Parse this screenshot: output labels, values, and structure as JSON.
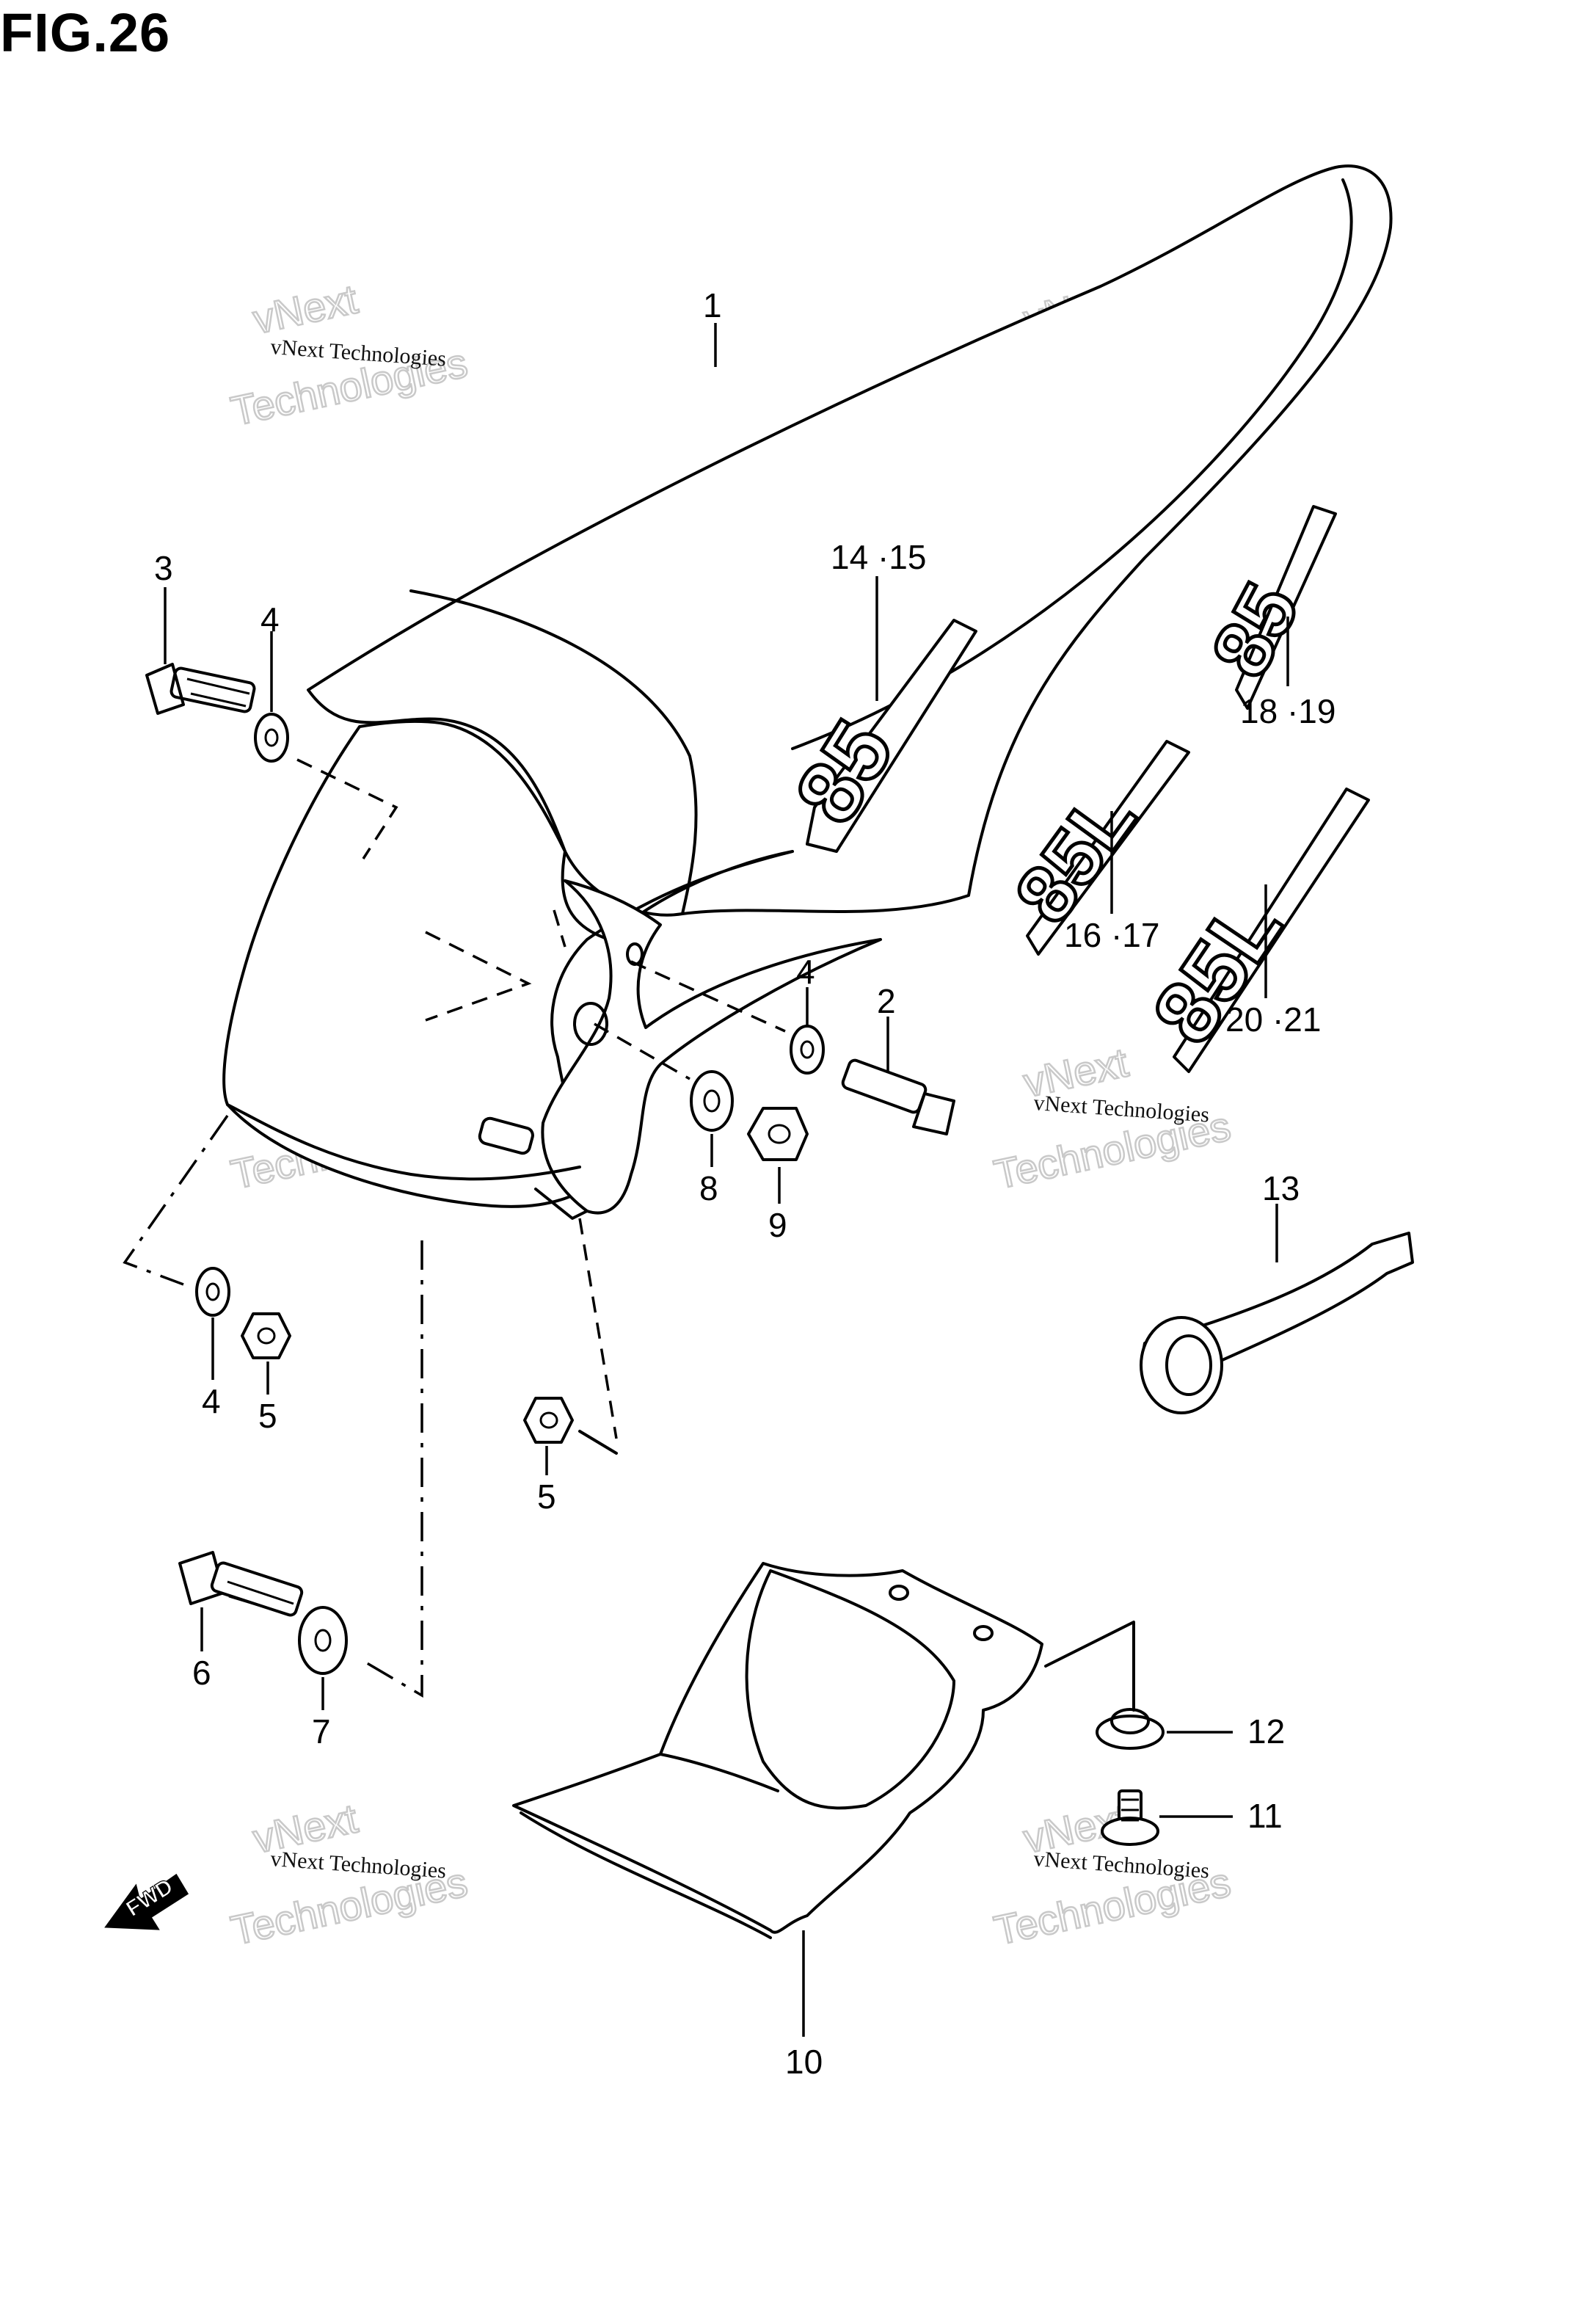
{
  "figure": {
    "title": "FIG.26"
  },
  "callouts": {
    "c1": "1",
    "c2": "2",
    "c3": "3",
    "c4a": "4",
    "c4b": "4",
    "c4c": "4",
    "c5a": "5",
    "c5b": "5",
    "c6": "6",
    "c7": "7",
    "c8": "8",
    "c9": "9",
    "c10": "10",
    "c11": "11",
    "c12": "12",
    "c13": "13",
    "c14_15": "14 ·15",
    "c16_17": "16 ·17",
    "c18_19": "18 ·19",
    "c20_21": "20 ·21"
  },
  "watermark": {
    "line1": "vNext Technologies",
    "line2": "vNext",
    "line3": "Technologies"
  },
  "direction_marker": {
    "label": "FWD",
    "icon": "fwd-arrow-icon"
  },
  "decals": {
    "text_85": "85",
    "text_85l": "85L"
  }
}
